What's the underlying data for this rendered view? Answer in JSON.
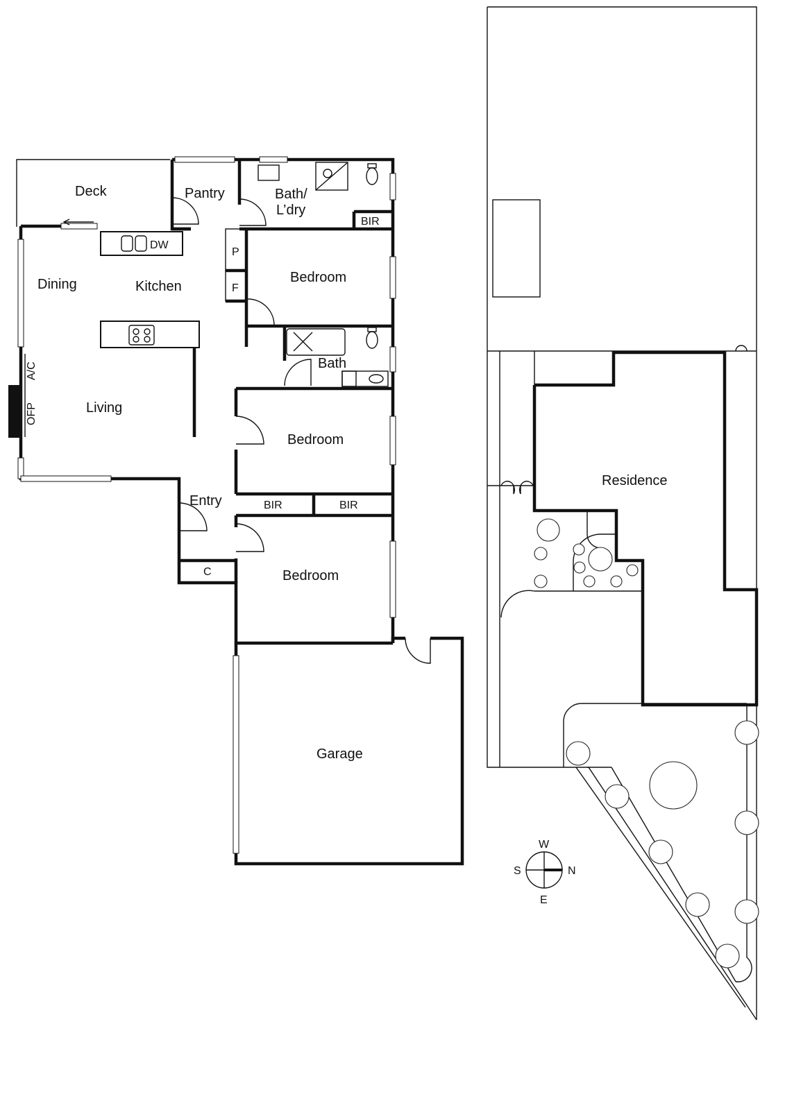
{
  "rooms": {
    "deck": "Deck",
    "pantry": "Pantry",
    "bath_laundry_1": "Bath/",
    "bath_laundry_2": "L’dry",
    "bir_top": "BIR",
    "dw": "DW",
    "p": "P",
    "f": "F",
    "dining": "Dining",
    "kitchen": "Kitchen",
    "bedroom_1": "Bedroom",
    "bath": "Bath",
    "ac": "A/C",
    "ofp": "OFP",
    "living": "Living",
    "bedroom_2": "Bedroom",
    "entry": "Entry",
    "bir_left": "BIR",
    "bir_right": "BIR",
    "cupboard": "C",
    "bedroom_3": "Bedroom",
    "garage": "Garage"
  },
  "site": {
    "residence": "Residence"
  },
  "compass": {
    "west": "W",
    "south": "S",
    "north": "N",
    "east": "E"
  }
}
